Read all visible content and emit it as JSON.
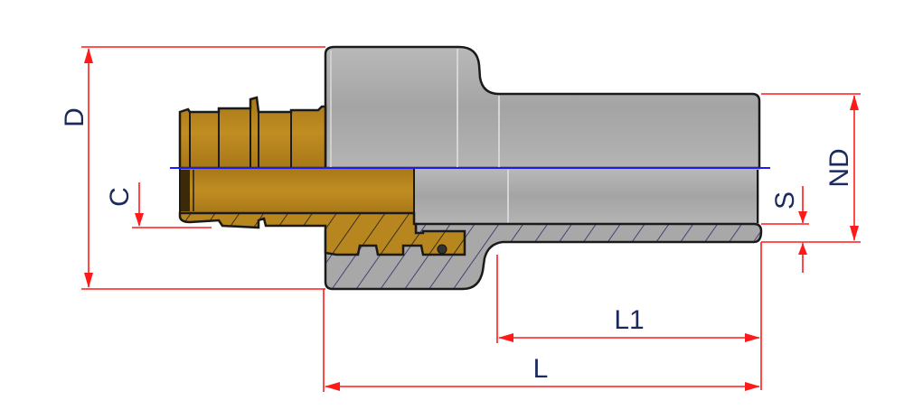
{
  "diagram": {
    "title": "PEX fitting cross-section with dimensions",
    "labels": {
      "D": "D",
      "C": "C",
      "ND": "ND",
      "S": "S",
      "L1": "L1",
      "L": "L"
    },
    "colors": {
      "dimension_line": "#ff1a1a",
      "center_line": "#1a1aff",
      "brass": "#b8861e",
      "brass_dark": "#8a6212",
      "steel": "#a9a9a9",
      "steel_light": "#c4c4c4",
      "outline": "#1a1a1a",
      "hatch": "#2a2a6a",
      "label_text": "#1b2a5c"
    }
  }
}
